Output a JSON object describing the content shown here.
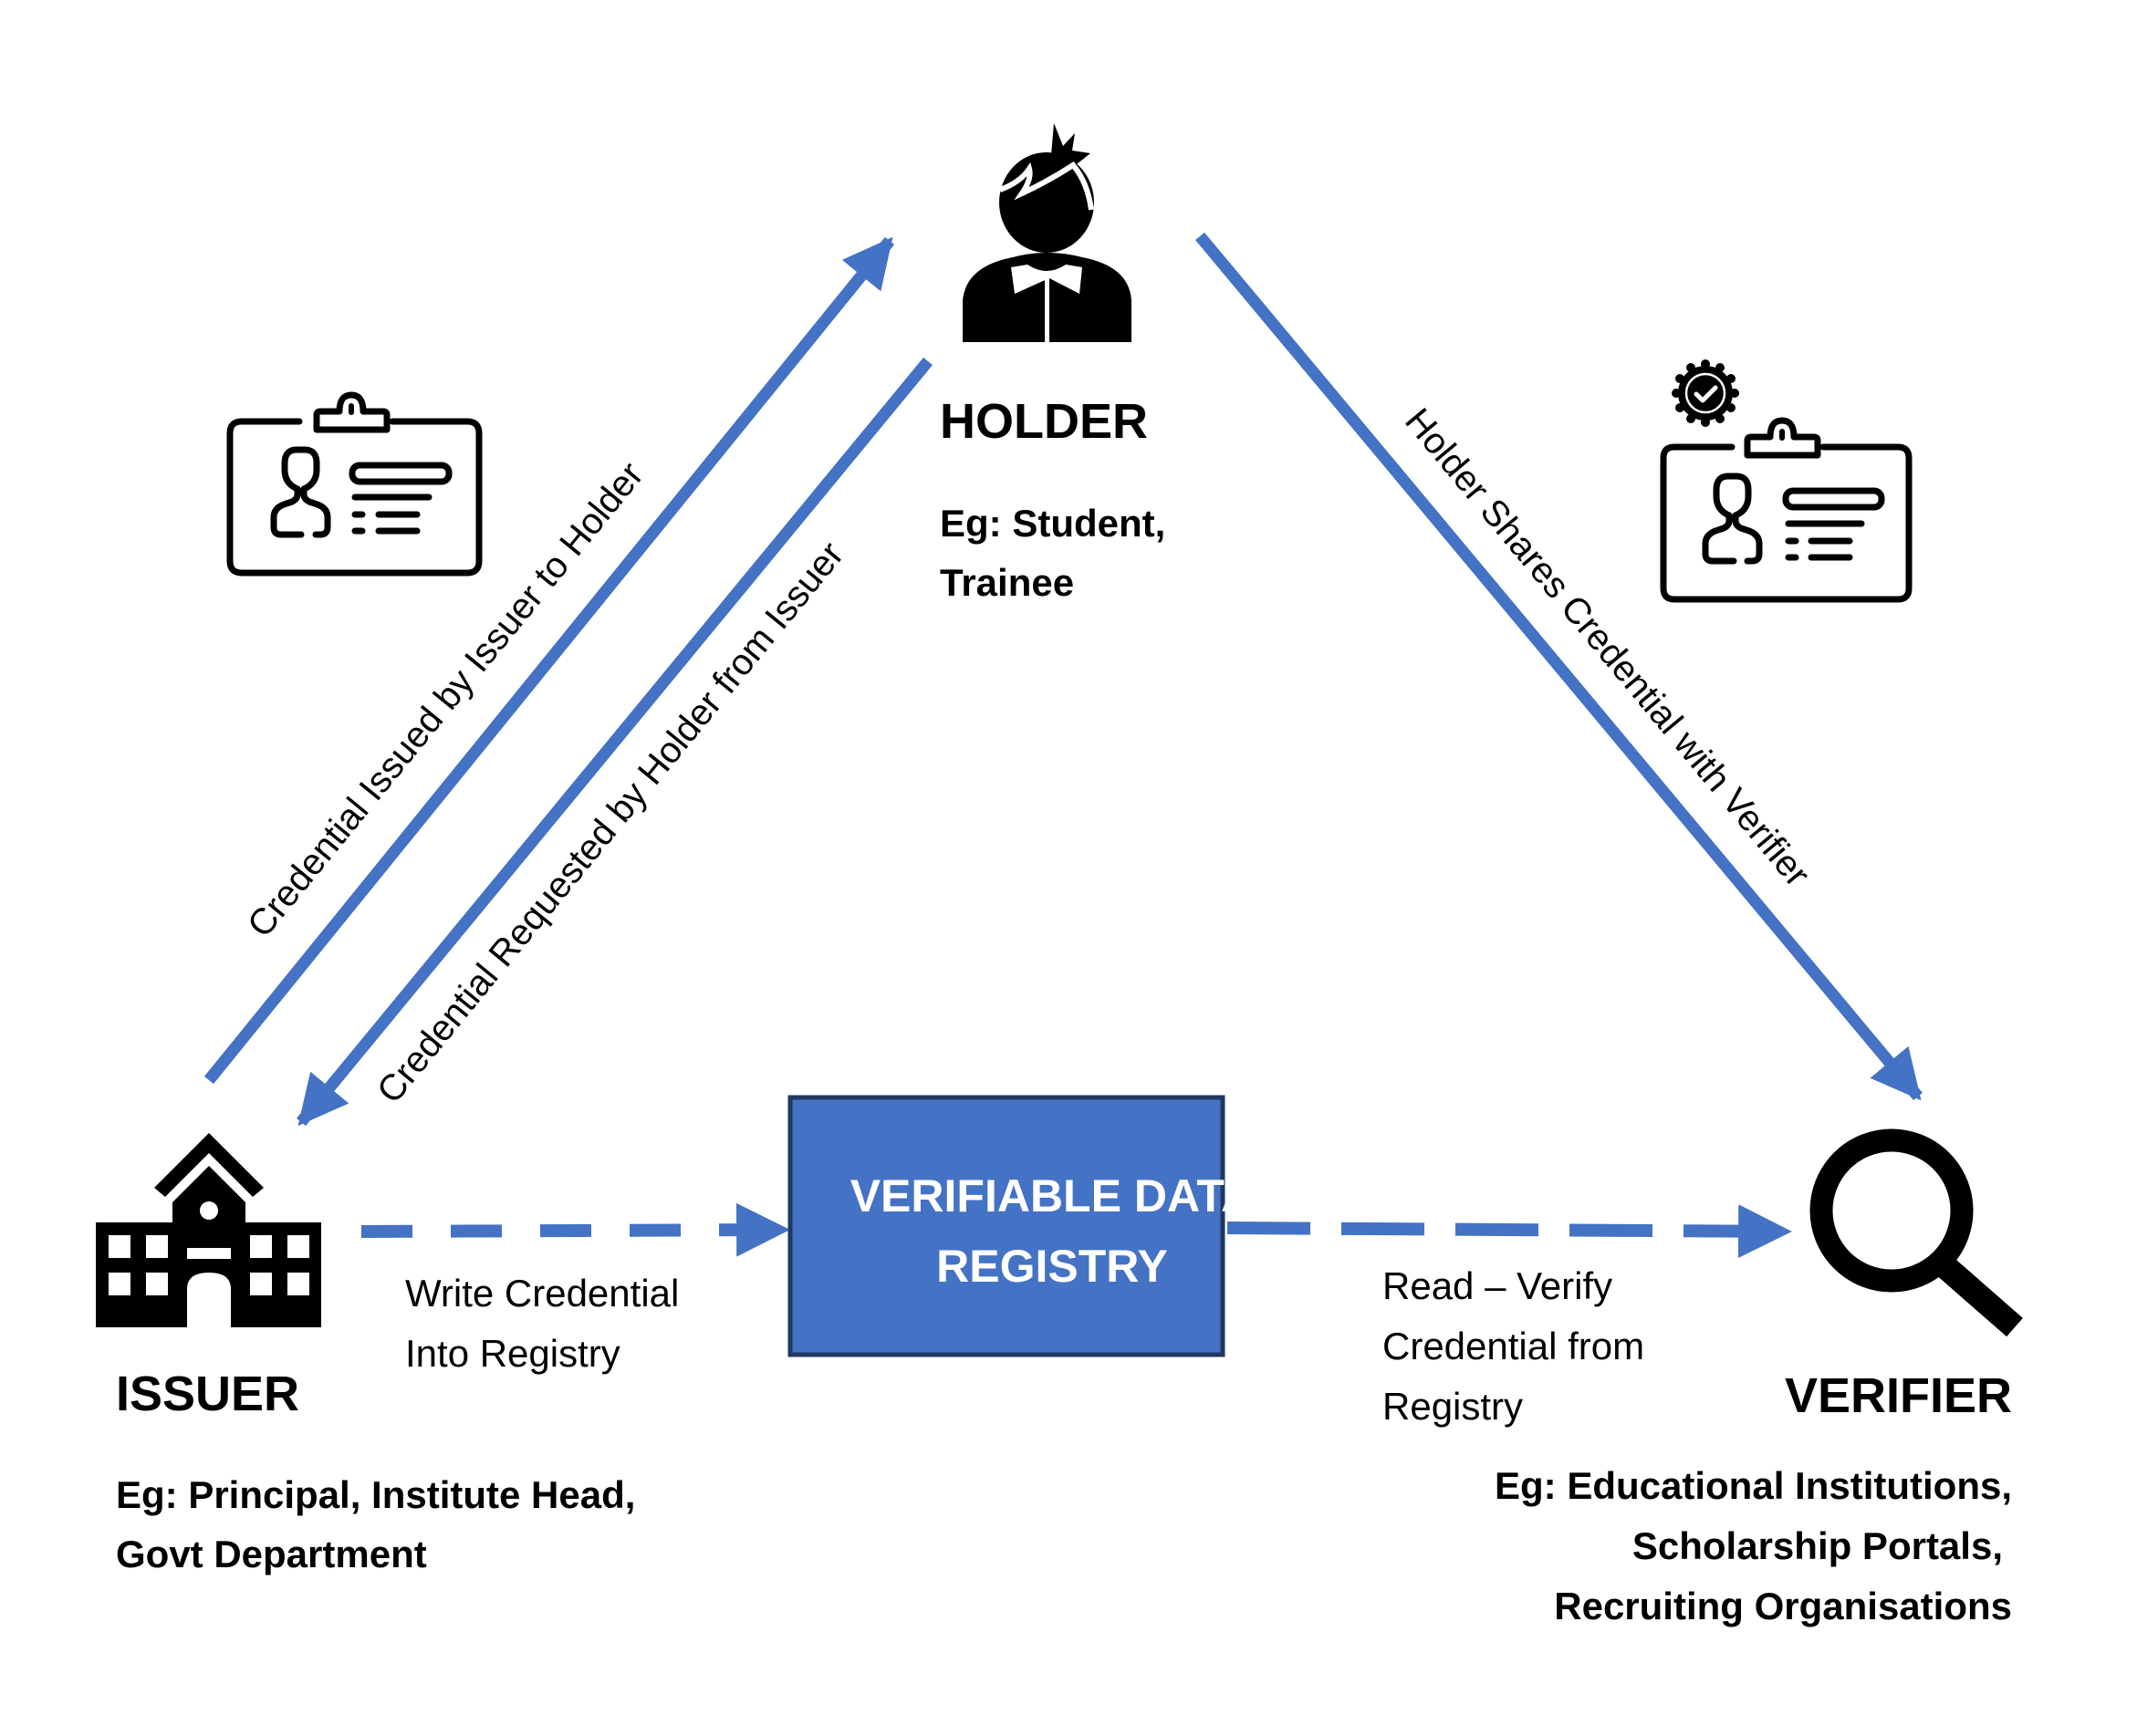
{
  "colors": {
    "arrow": "#4472C4",
    "registry_fill": "#4472C4",
    "registry_border": "#1F3864",
    "icon": "#000000",
    "text": "#000000",
    "registry_text": "#FFFFFF",
    "background": "#FFFFFF"
  },
  "holder": {
    "icon": "person-student-icon",
    "title": "HOLDER",
    "examples": [
      "Eg: Student,",
      "Trainee"
    ]
  },
  "issuer": {
    "icon": "school-building-icon",
    "title": "ISSUER",
    "examples": [
      "Eg: Principal, Institute Head,",
      "Govt Department"
    ]
  },
  "verifier": {
    "icon": "magnifier-search-icon",
    "title": "VERIFIER",
    "examples": [
      "Eg: Educational Institutions,",
      "Scholarship Portals,",
      "Recruiting Organisations"
    ]
  },
  "registry": {
    "lines": [
      "VERIFIABLE DATA",
      "REGISTRY"
    ]
  },
  "credential_icons": {
    "left": "id-card-icon",
    "right": "verified-id-card-icon"
  },
  "flows": {
    "issue": {
      "label": "Credential Issued by Issuer to Holder",
      "from": "issuer",
      "to": "holder",
      "style": "solid"
    },
    "request": {
      "label": "Credential Requested by Holder from Issuer",
      "from": "holder",
      "to": "issuer",
      "style": "solid"
    },
    "share": {
      "label": "Holder Shares Credential with Verifier",
      "from": "holder",
      "to": "verifier",
      "style": "solid"
    },
    "write": {
      "lines": [
        "Write Credential",
        "Into Registry"
      ],
      "from": "issuer",
      "to": "registry",
      "style": "dashed"
    },
    "read": {
      "lines": [
        "Read – Verify",
        "Credential from",
        "Registry"
      ],
      "from": "registry",
      "to": "verifier",
      "style": "dashed"
    }
  }
}
